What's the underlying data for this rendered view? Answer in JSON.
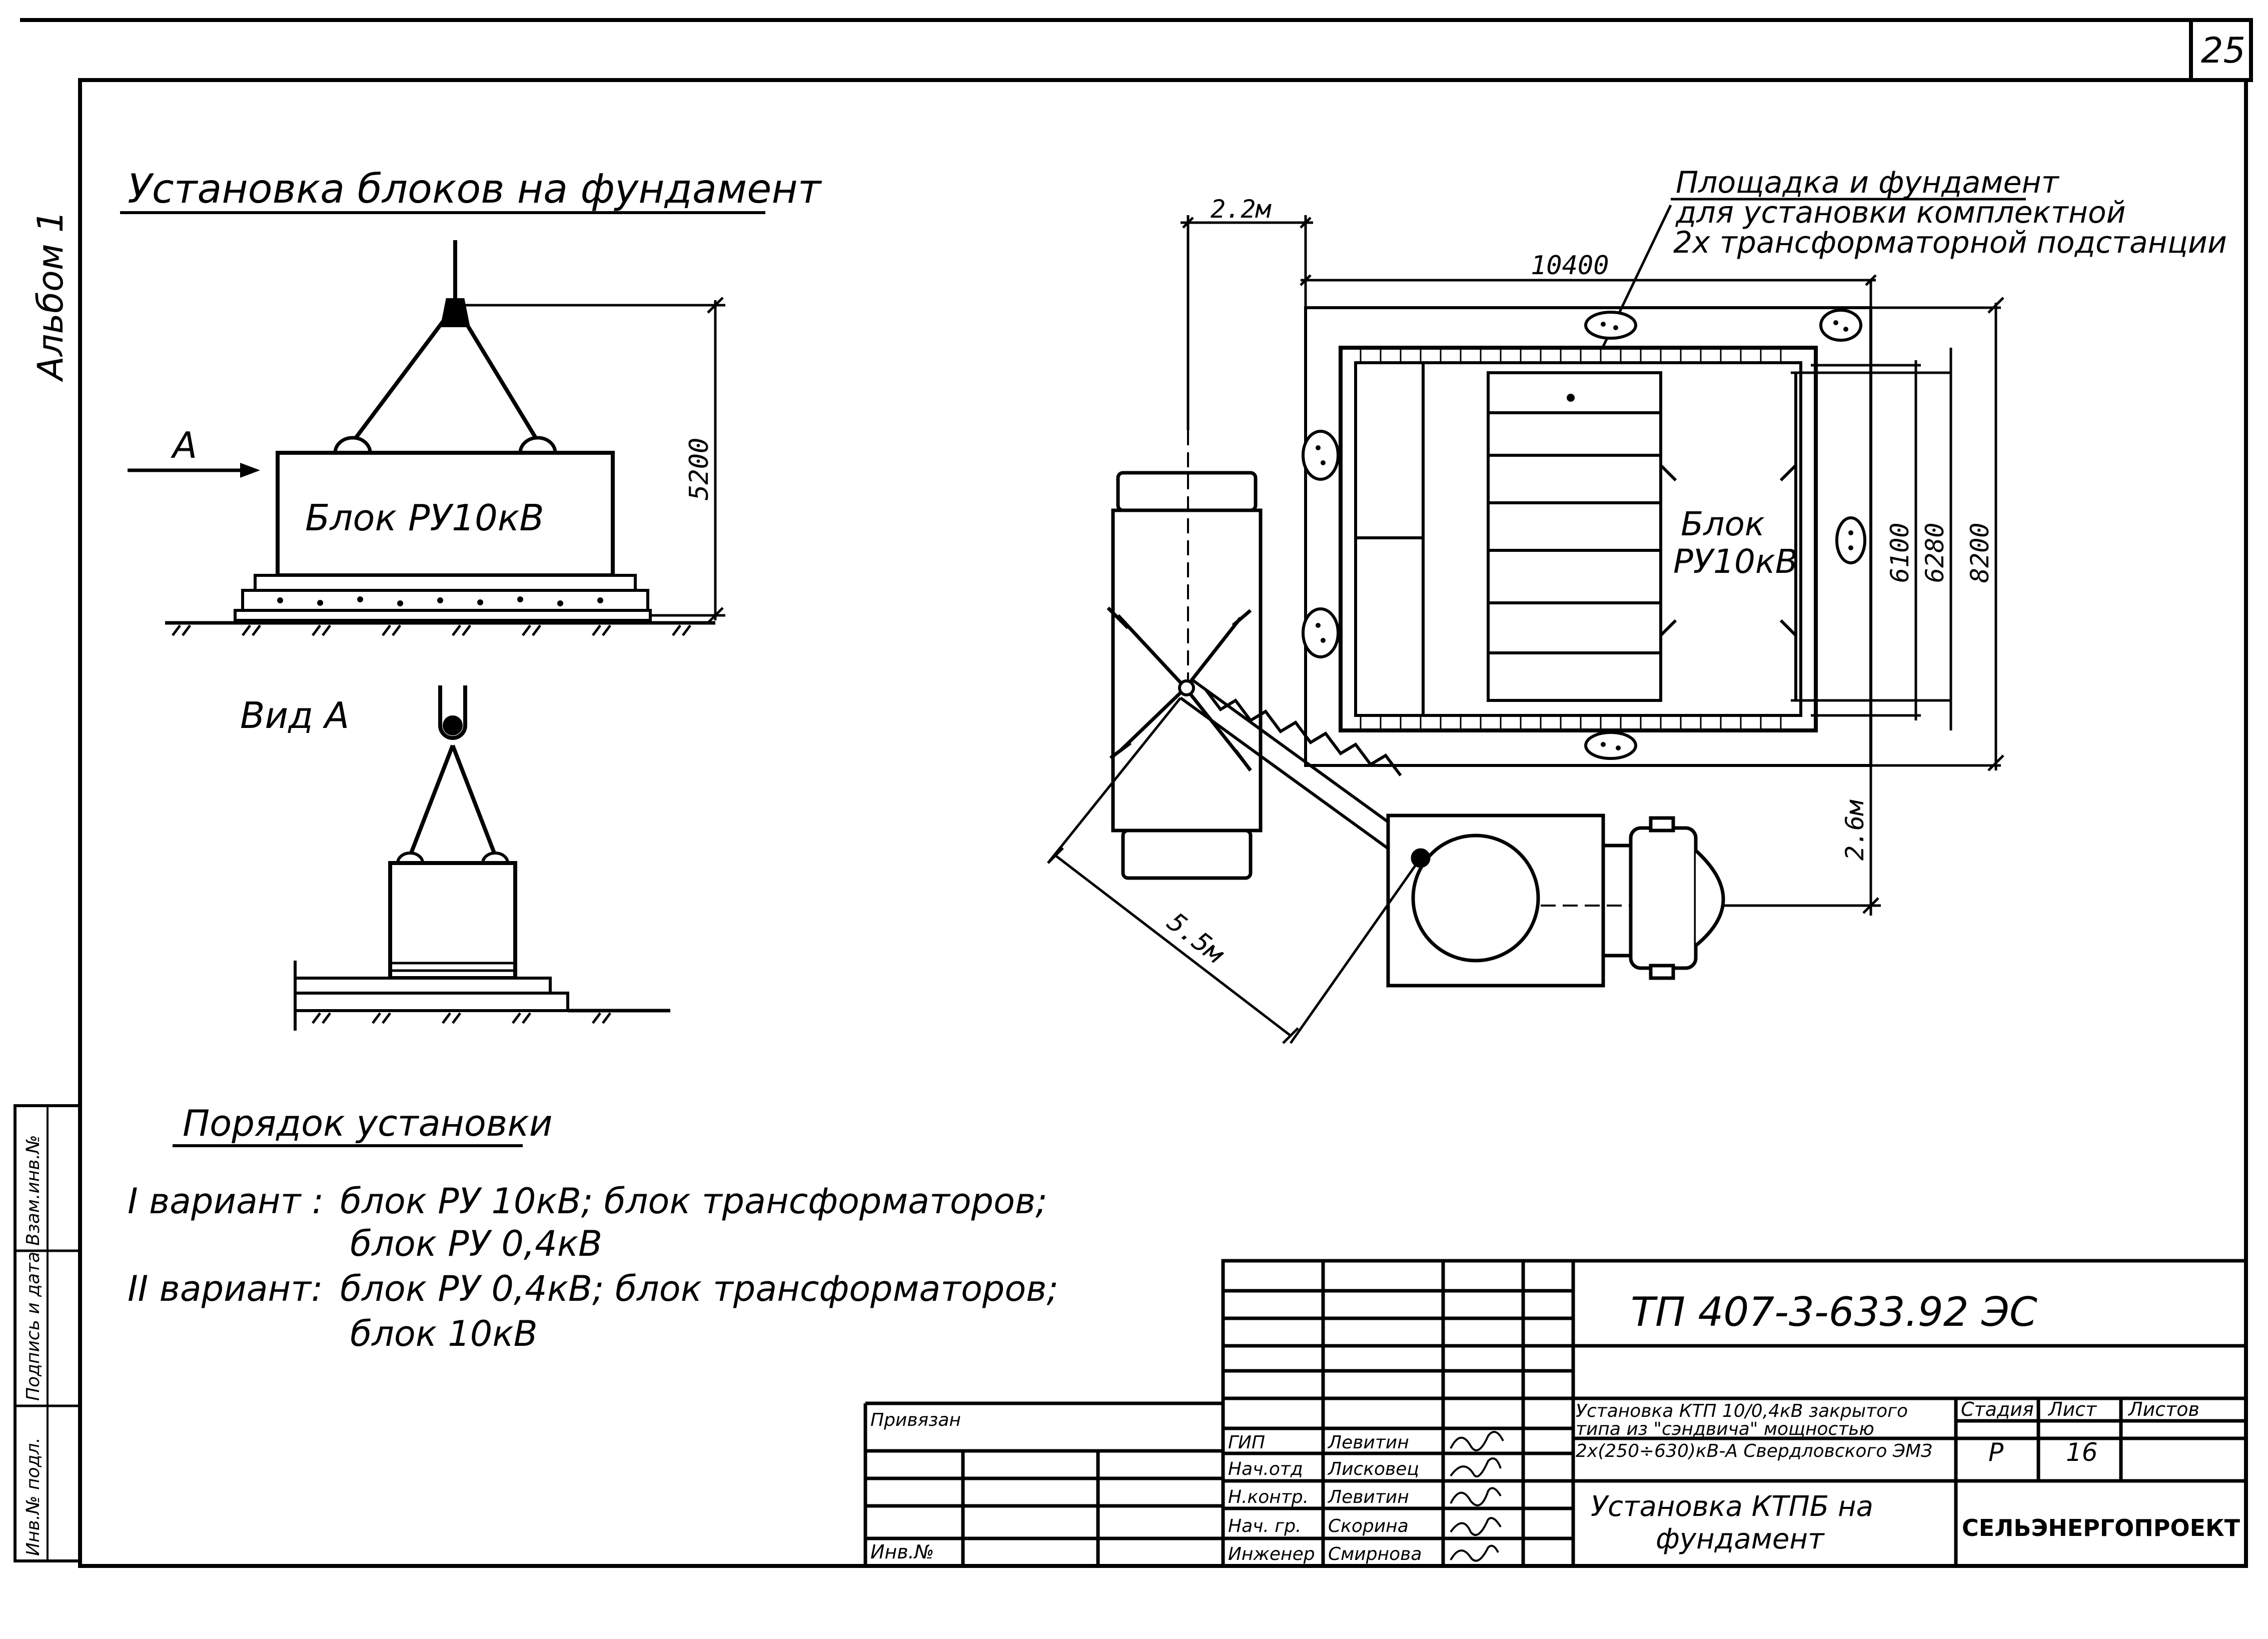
{
  "page_number": "25",
  "album_label": "Альбом 1",
  "left_stamp": {
    "col1": "Инв.№ подл.",
    "col2": "Подпись и дата",
    "col3": "Взам.инв.№"
  },
  "section1": {
    "title": "Установка блоков на фундамент",
    "arrow_label": "А",
    "block_label": "Блок РУ10кВ",
    "height_dim": "5200",
    "view_title": "Вид А"
  },
  "plan": {
    "site_label_line1": "Площадка и фундамент",
    "site_label_line2": "для установки комплектной",
    "site_label_line3": "2х трансформаторной подстанции",
    "dim_crane_offset": "2.2м",
    "dim_length": "10400",
    "dim_w1": "6100",
    "dim_w2": "6280",
    "dim_w3": "8200",
    "dim_gap": "2.6м",
    "dim_boom": "5.5м",
    "block_label_line1": "Блок",
    "block_label_line2": "РУ10кВ"
  },
  "order": {
    "title": "Порядок установки",
    "v1_label": "I вариант :",
    "v1_line1": "блок РУ 10кВ; блок трансформаторов;",
    "v1_line2": "блок РУ 0,4кВ",
    "v2_label": "II вариант:",
    "v2_line1": "блок РУ 0,4кВ; блок трансформаторов;",
    "v2_line2": "блок 10кВ"
  },
  "title_block": {
    "doc_code": "ТП 407-3-633.92 ЭС",
    "desc_line1": "Установка КТП 10/0,4кВ закрытого",
    "desc_line2": "типа из \"сэндвича\" мощностью",
    "desc_line3": "2х(250÷630)кВ-А Свердловского ЭМЗ",
    "stage_header": "Стадия",
    "sheet_header": "Лист",
    "sheets_header": "Листов",
    "stage_value": "Р",
    "sheet_value": "16",
    "sheet_title_line1": "Установка КТПБ на",
    "sheet_title_line2": "фундамент",
    "org": "СЕЛЬЭНЕРГОПРОЕКТ",
    "bound_label": "Привязан",
    "inv_label": "Инв.№",
    "staff": [
      {
        "role": "ГИП",
        "name": "Левитин"
      },
      {
        "role": "Нач.отд",
        "name": "Лисковец"
      },
      {
        "role": "Н.контр.",
        "name": "Левитин"
      },
      {
        "role": "Нач. гр.",
        "name": "Скорина"
      },
      {
        "role": "Инженер",
        "name": "Смирнова"
      }
    ]
  }
}
